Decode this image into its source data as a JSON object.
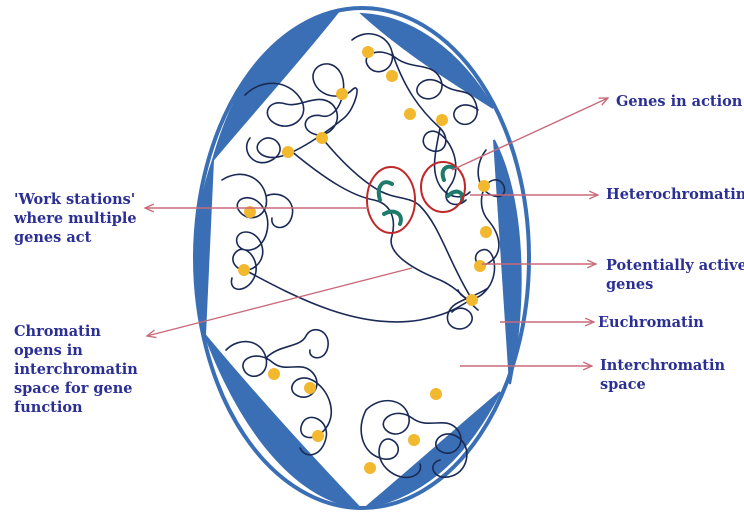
{
  "labels": {
    "genes_in_action": "Genes in action",
    "heterochromatin": "Heterochromatin",
    "potentially_active": [
      "Potentially active",
      "genes"
    ],
    "euchromatin": "Euchromatin",
    "interchromatin_space": [
      "Interchromatin",
      "space"
    ],
    "work_stations": [
      "'Work stations'",
      "where multiple",
      "genes act"
    ],
    "chromatin_opens": [
      "Chromatin",
      "opens in",
      "interchromatin",
      "space for gene",
      "function"
    ]
  },
  "colors": {
    "nuclear_lamina": "#3a6fb5",
    "chromatin": "#1a2a55",
    "gene_dot": "#f2b92e",
    "arrow": "#c96a7a",
    "highlight_circle": "#c0282a",
    "active_gene": "#1e7a6a",
    "label_text": "#2b2f94"
  }
}
